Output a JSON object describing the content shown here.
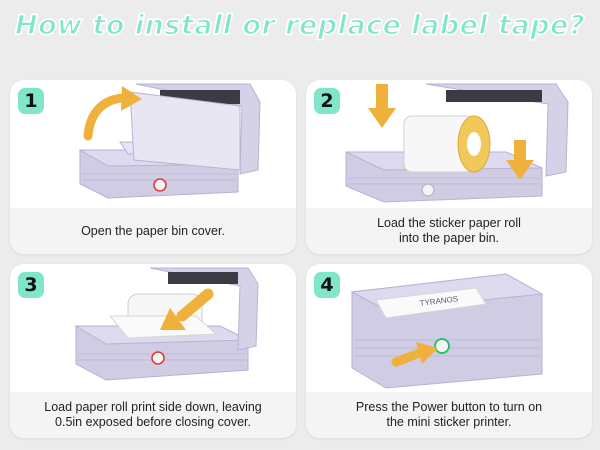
{
  "title": "How to install or replace label tape?",
  "colors": {
    "accent": "#7fe6c9",
    "arrow": "#f0b13c",
    "printer": "#c9c6e0",
    "power_ring": "#e53935",
    "power_ring_on": "#27c16b"
  },
  "steps": [
    {
      "number": "1",
      "caption_lines": [
        "Open the paper bin cover."
      ]
    },
    {
      "number": "2",
      "caption_lines": [
        "Load the sticker paper roll",
        "into the paper bin."
      ]
    },
    {
      "number": "3",
      "caption_lines": [
        "Load paper roll print side down, leaving",
        "0.5in exposed before closing cover."
      ]
    },
    {
      "number": "4",
      "caption_lines": [
        "Press the Power button to turn on",
        "the mini sticker printer."
      ]
    }
  ],
  "brand_text": "TYRANOS"
}
